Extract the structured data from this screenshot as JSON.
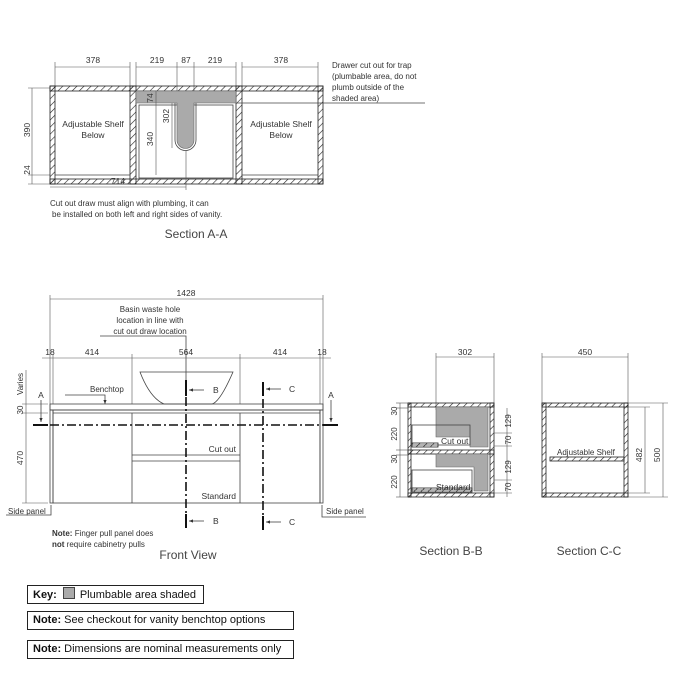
{
  "section_aa": {
    "title": "Section A-A",
    "dims_top": [
      "378",
      "219",
      "87",
      "219",
      "378"
    ],
    "dim_390": "390",
    "dim_24": "24",
    "dim_74": "74",
    "dim_302": "302",
    "dim_340": "340",
    "dim_714": "714",
    "left_shelf": [
      "Adjustable Shelf",
      "Below"
    ],
    "right_shelf": [
      "Adjustable Shelf",
      "Below"
    ],
    "trap_note": [
      "Drawer cut out for trap",
      "(plumbable area, do not",
      "plumb outside of the",
      "shaded area)"
    ],
    "align_note": [
      "Cut out draw must align with plumbing, it can",
      "be installed on both left and right sides of vanity."
    ]
  },
  "front_view": {
    "title": "Front View",
    "dim_total": "1428",
    "basin_note": [
      "Basin waste hole",
      "location in line with",
      "cut out draw location"
    ],
    "dims_row": [
      "18",
      "414",
      "564",
      "414",
      "18"
    ],
    "dim_varies": "Varies",
    "dim_30": "30",
    "dim_470": "470",
    "benchtop": "Benchtop",
    "cut_out": "Cut out",
    "standard": "Standard",
    "side_panel_left": "Side panel",
    "side_panel_right": "Side panel",
    "section_a": "A",
    "section_b": "B",
    "section_c": "C",
    "note_bold": "Note:",
    "note_line1": "Finger pull panel does",
    "note_bold2": "not",
    "note_line2": "require cabinetry pulls"
  },
  "section_bb": {
    "title": "Section B-B",
    "dim_width": "302",
    "left_dims": [
      "30",
      "220",
      "30",
      "220"
    ],
    "right_dims": [
      "129",
      "70",
      "129",
      "70"
    ],
    "cut_out": "Cut out",
    "standard": "Standard"
  },
  "section_cc": {
    "title": "Section C-C",
    "dim_width": "450",
    "dim_482": "482",
    "dim_500": "500",
    "shelf": "Adjustable Shelf"
  },
  "key": {
    "key_label": "Key:",
    "key_text": "Plumbable area shaded",
    "note1_label": "Note:",
    "note1_text": "See checkout for vanity benchtop options",
    "note2_label": "Note:",
    "note2_text": "Dimensions are nominal measurements only",
    "shade_color": "#aaaaaa"
  }
}
